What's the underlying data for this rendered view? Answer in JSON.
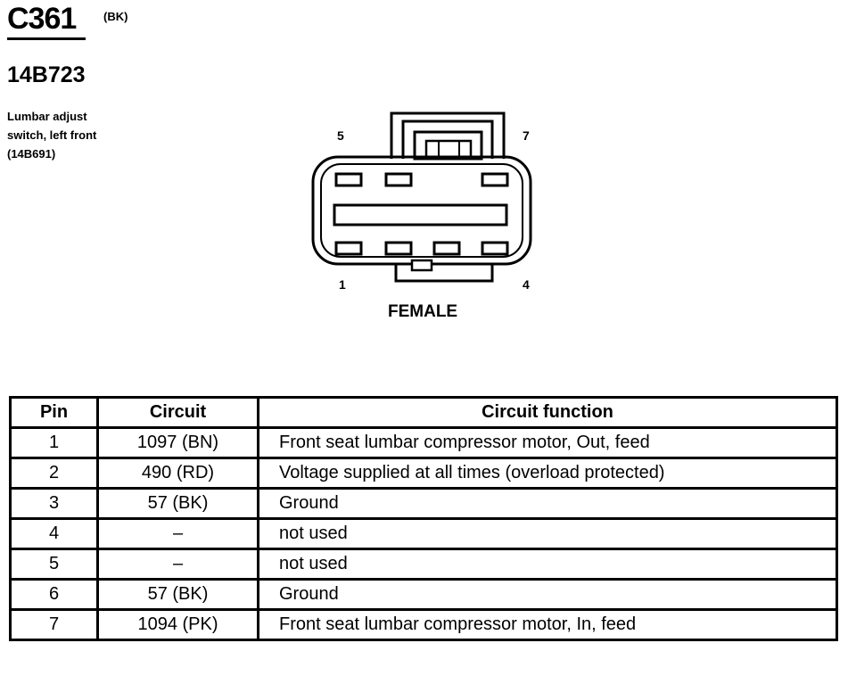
{
  "header": {
    "connector_id": "C361",
    "connector_color": "(BK)",
    "part_number": "14B723",
    "description_lines": [
      "Lumbar adjust",
      "switch, left front",
      "(14B691)"
    ]
  },
  "diagram": {
    "pin_labels": {
      "pin5": "5",
      "pin7": "7",
      "pin1": "1",
      "pin4": "4"
    },
    "gender": "FEMALE"
  },
  "table": {
    "headers": {
      "pin": "Pin",
      "circuit": "Circuit",
      "function": "Circuit function"
    },
    "rows": [
      {
        "pin": "1",
        "circuit": "1097 (BN)",
        "function": "Front seat lumbar compressor motor, Out, feed"
      },
      {
        "pin": "2",
        "circuit": "490 (RD)",
        "function": "Voltage supplied at all times (overload protected)"
      },
      {
        "pin": "3",
        "circuit": "57 (BK)",
        "function": "Ground"
      },
      {
        "pin": "4",
        "circuit": "–",
        "function": "not used"
      },
      {
        "pin": "5",
        "circuit": "–",
        "function": "not used"
      },
      {
        "pin": "6",
        "circuit": "57 (BK)",
        "function": "Ground"
      },
      {
        "pin": "7",
        "circuit": "1094 (PK)",
        "function": "Front seat lumbar compressor motor, In, feed"
      }
    ]
  }
}
